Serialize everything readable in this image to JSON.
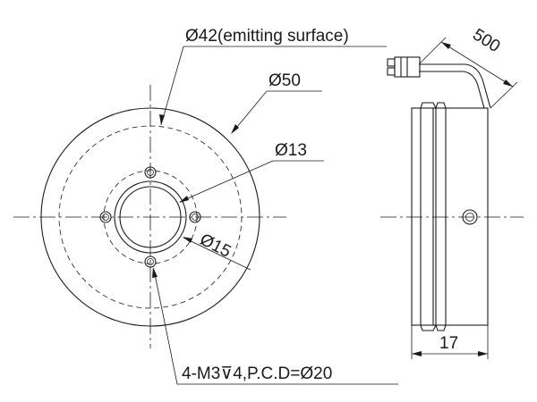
{
  "labels": {
    "emitting_surface": "Ø42(emitting surface)",
    "outer_diameter": "Ø50",
    "bore_diameter": "Ø13",
    "pcd_dashed": "Ø15",
    "cable_length": "500",
    "thickness": "17",
    "holes": "4-M3⊽4,P.C.D=Ø20"
  }
}
